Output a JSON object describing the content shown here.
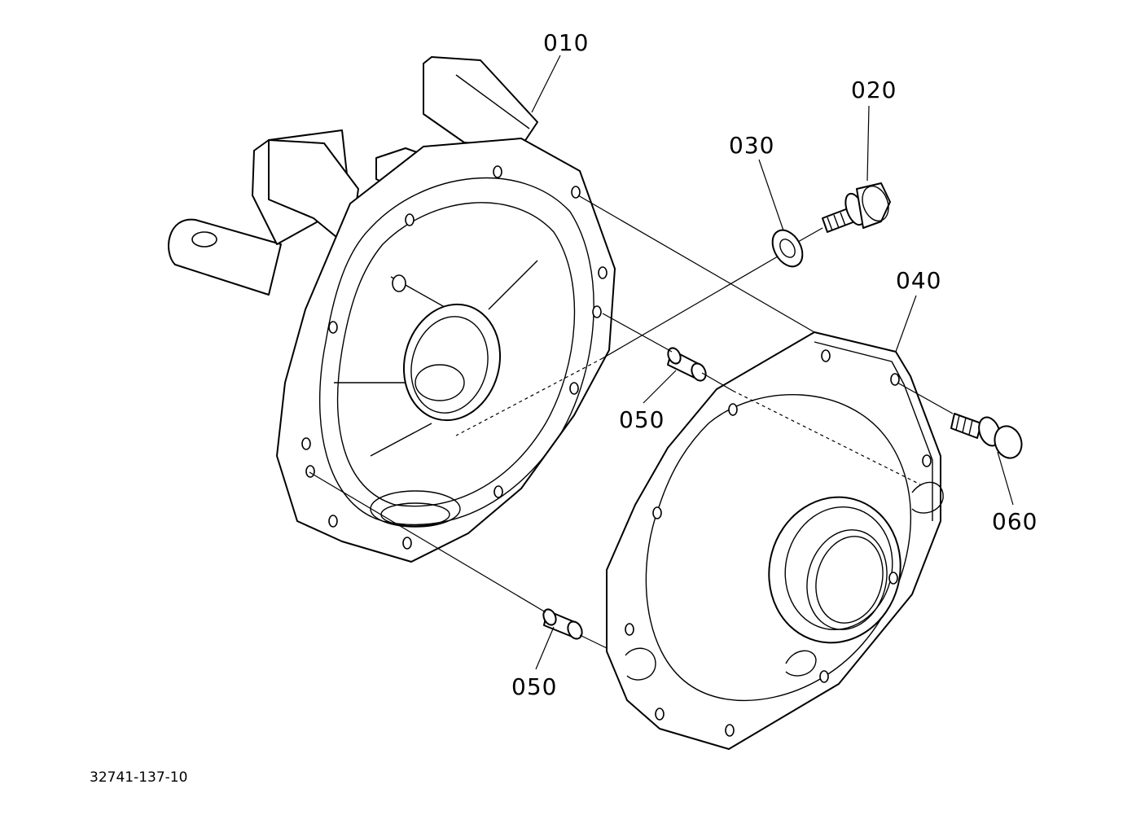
{
  "callouts": {
    "c010": "010",
    "c020": "020",
    "c030": "030",
    "c040": "040",
    "c050a": "050",
    "c050b": "050",
    "c060": "060"
  },
  "drawing_number": "32741-137-10",
  "colors": {
    "line": "#000000",
    "background": "#ffffff"
  }
}
